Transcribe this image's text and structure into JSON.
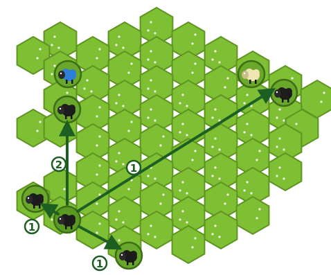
{
  "colors": {
    "grass": "#7fbf34",
    "grass_edge": "#5e9420",
    "arrow": "#1d5f22",
    "sheep_black": "#1c1c1c",
    "sheep_blue": "#2f7fd8",
    "sheep_cream": "#efe6b2"
  },
  "moves": [
    {
      "label": "1"
    },
    {
      "label": "2"
    },
    {
      "label": "1"
    },
    {
      "label": "1"
    }
  ],
  "pieces": [
    {
      "kind": "sheep",
      "color": "blue",
      "icon": "blue-sheep-icon"
    },
    {
      "kind": "sheep",
      "color": "black",
      "icon": "black-sheep-icon"
    },
    {
      "kind": "sheep",
      "color": "cream",
      "icon": "cream-sheep-icon"
    },
    {
      "kind": "sheep",
      "color": "black",
      "icon": "black-sheep-icon"
    },
    {
      "kind": "sheep",
      "color": "black",
      "icon": "black-sheep-icon"
    },
    {
      "kind": "sheep",
      "color": "black",
      "icon": "black-sheep-icon"
    },
    {
      "kind": "sheep",
      "color": "black",
      "icon": "black-sheep-icon"
    }
  ]
}
